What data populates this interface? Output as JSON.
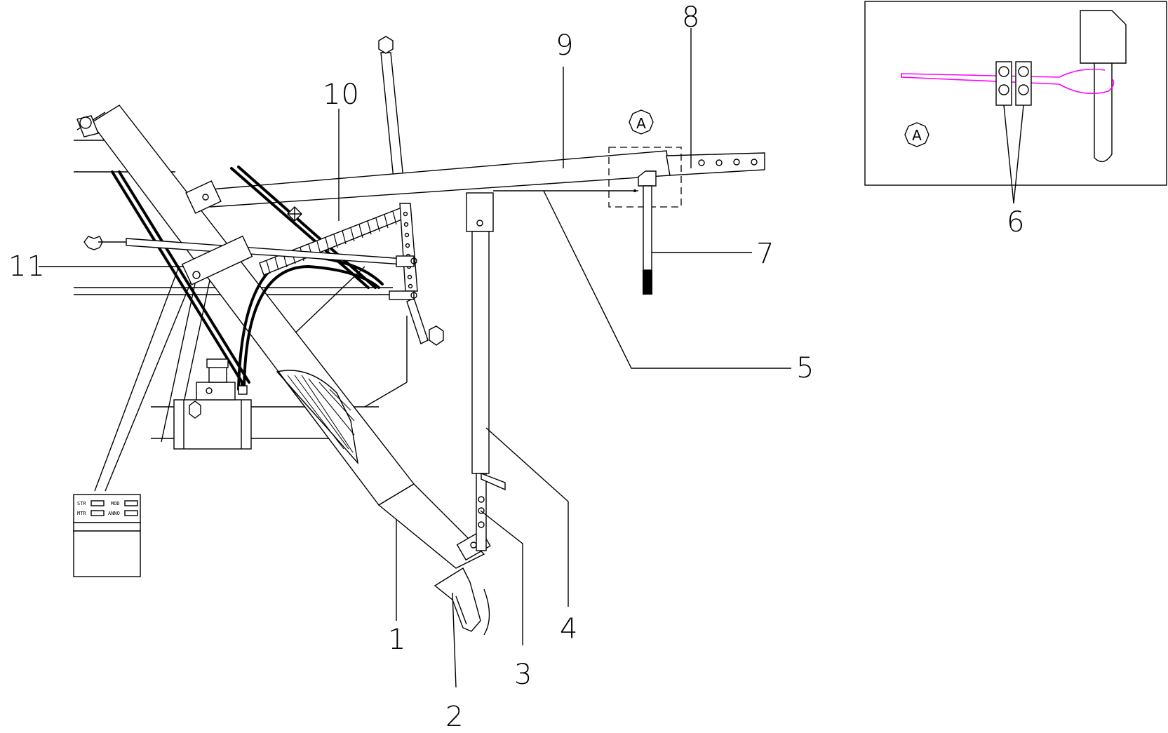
{
  "callouts": [
    {
      "id": "1",
      "text": "1"
    },
    {
      "id": "2",
      "text": "2"
    },
    {
      "id": "3",
      "text": "3"
    },
    {
      "id": "4",
      "text": "4"
    },
    {
      "id": "5",
      "text": "5"
    },
    {
      "id": "6",
      "text": "6"
    },
    {
      "id": "7",
      "text": "7"
    },
    {
      "id": "8",
      "text": "8"
    },
    {
      "id": "9",
      "text": "9"
    },
    {
      "id": "10",
      "text": "10"
    },
    {
      "id": "11",
      "text": "11"
    }
  ],
  "detail": {
    "marker": "A"
  },
  "control_panel": {
    "labels": [
      "STR",
      "MOD",
      "MTR",
      "ANNO"
    ]
  },
  "colors": {
    "line": "#000000",
    "highlight": "#ff00ff"
  }
}
